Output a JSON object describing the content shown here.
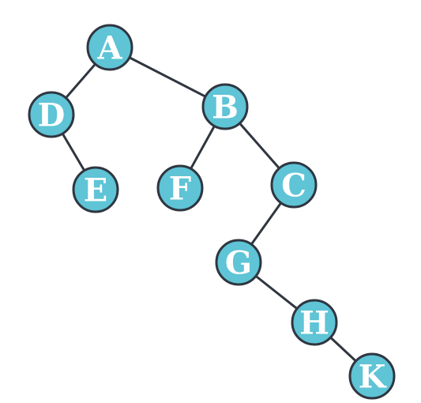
{
  "tree": {
    "nodes": [
      {
        "id": "A",
        "label": "A"
      },
      {
        "id": "D",
        "label": "D"
      },
      {
        "id": "B",
        "label": "B"
      },
      {
        "id": "E",
        "label": "E"
      },
      {
        "id": "F",
        "label": "F"
      },
      {
        "id": "C",
        "label": "C"
      },
      {
        "id": "G",
        "label": "G"
      },
      {
        "id": "H",
        "label": "H"
      },
      {
        "id": "K",
        "label": "K"
      }
    ],
    "edges": [
      {
        "from": "A",
        "to": "D"
      },
      {
        "from": "A",
        "to": "B"
      },
      {
        "from": "D",
        "to": "E"
      },
      {
        "from": "B",
        "to": "F"
      },
      {
        "from": "B",
        "to": "C"
      },
      {
        "from": "C",
        "to": "G"
      },
      {
        "from": "G",
        "to": "H"
      },
      {
        "from": "H",
        "to": "K"
      }
    ],
    "colors": {
      "node_fill": "#5ec4d6",
      "outline": "#2f3640",
      "label": "#ffffff"
    }
  }
}
